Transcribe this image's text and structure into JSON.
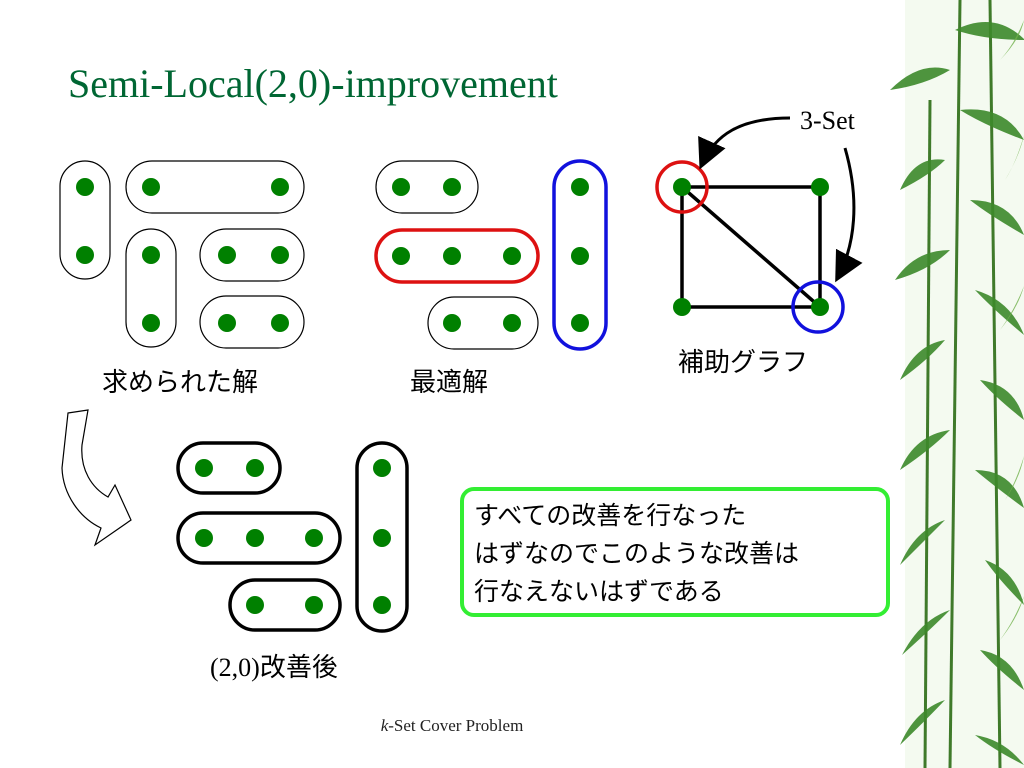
{
  "title": "Semi-Local(2,0)-improvement",
  "captions": {
    "found_solution": "求められた解",
    "optimal_solution": "最適解",
    "auxiliary_graph": "補助グラフ",
    "after_prefix": "(2,0)",
    "after_suffix": "改善後"
  },
  "label_3set": "3-Set",
  "note_lines": [
    "すべての改善を行なった",
    "はずなのでこのような改善は",
    "行なえないはずである"
  ],
  "footer": {
    "k": "k",
    "rest": "-Set Cover Problem"
  },
  "colors": {
    "title": "#006633",
    "node": "#008000",
    "highlight_red": "#dd1111",
    "highlight_blue": "#1111dd",
    "note_border": "#33ee33"
  }
}
